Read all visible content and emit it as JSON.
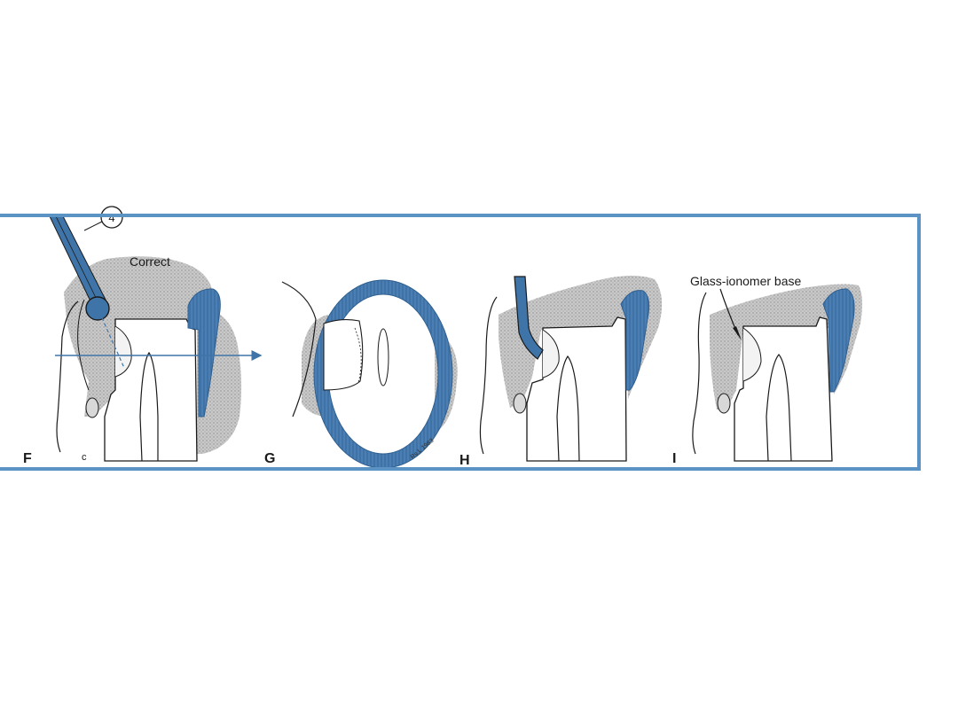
{
  "panels": {
    "F": {
      "letter": "F",
      "callout_label": "Correct",
      "number_marker": "4",
      "small_label": "c"
    },
    "G": {
      "letter": "G",
      "signature": "Rs.L 1983"
    },
    "H": {
      "letter": "H"
    },
    "I": {
      "letter": "I",
      "callout_label": "Glass-ionomer base"
    }
  },
  "colors": {
    "accent_blue": "#3f74a8",
    "frame_blue": "#5b93c4",
    "stipple_gray": "#bdbdbd",
    "ink": "#1a1a1a"
  }
}
